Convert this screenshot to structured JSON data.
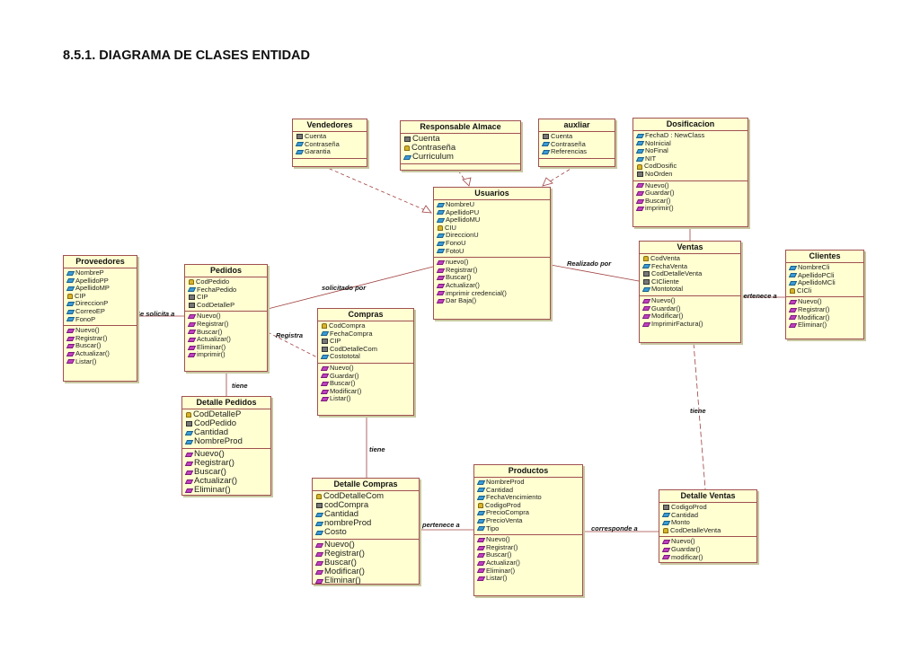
{
  "page_title": "8.5.1. DIAGRAMA DE CLASES ENTIDAD",
  "classes": [
    {
      "id": "vendedores",
      "name": "Vendedores",
      "attrs": [
        {
          "k": "lock",
          "t": "Cuenta"
        },
        {
          "k": "attr",
          "t": "Contraseña"
        },
        {
          "k": "attr",
          "t": "Garantia"
        }
      ],
      "ops": []
    },
    {
      "id": "responsable",
      "name": "Responsable Almace",
      "attrs": [
        {
          "k": "lock",
          "t": "Cuenta"
        },
        {
          "k": "key",
          "t": "Contraseña"
        },
        {
          "k": "attr",
          "t": "Curriculum"
        }
      ],
      "ops": []
    },
    {
      "id": "auxiliar",
      "name": "auxliar",
      "attrs": [
        {
          "k": "lock",
          "t": "Cuenta"
        },
        {
          "k": "attr",
          "t": "Contraseña"
        },
        {
          "k": "attr",
          "t": "Referencias"
        }
      ],
      "ops": []
    },
    {
      "id": "dosificacion",
      "name": "Dosificacion",
      "attrs": [
        {
          "k": "attr",
          "t": "FechaD : NewClass"
        },
        {
          "k": "attr",
          "t": "NoInicial"
        },
        {
          "k": "attr",
          "t": "NoFinal"
        },
        {
          "k": "attr",
          "t": "NIT"
        },
        {
          "k": "key",
          "t": "CodDosific"
        },
        {
          "k": "lock",
          "t": "NoOrden"
        }
      ],
      "ops": [
        {
          "k": "op",
          "t": "Nuevo()"
        },
        {
          "k": "op",
          "t": "Guardar()"
        },
        {
          "k": "op",
          "t": "Buscar()"
        },
        {
          "k": "op",
          "t": "imprimir()"
        }
      ]
    },
    {
      "id": "usuarios",
      "name": "Usuarios",
      "attrs": [
        {
          "k": "attr",
          "t": "NombreU"
        },
        {
          "k": "attr",
          "t": "ApellidoPU"
        },
        {
          "k": "attr",
          "t": "ApellidoMU"
        },
        {
          "k": "key",
          "t": "CIU"
        },
        {
          "k": "attr",
          "t": "DireccionU"
        },
        {
          "k": "attr",
          "t": "FonoU"
        },
        {
          "k": "attr",
          "t": "FotoU"
        }
      ],
      "ops": [
        {
          "k": "op",
          "t": "nuevo()"
        },
        {
          "k": "op",
          "t": "Registrar()"
        },
        {
          "k": "op",
          "t": "Buscar()"
        },
        {
          "k": "op",
          "t": "Actualizar()"
        },
        {
          "k": "op",
          "t": "imprimir credencial()"
        },
        {
          "k": "op",
          "t": "Dar Baja()"
        }
      ]
    },
    {
      "id": "proveedores",
      "name": "Proveedores",
      "attrs": [
        {
          "k": "attr",
          "t": "NombreP"
        },
        {
          "k": "attr",
          "t": "ApellidoPP"
        },
        {
          "k": "attr",
          "t": "ApellidoMP"
        },
        {
          "k": "key",
          "t": "CIP"
        },
        {
          "k": "attr",
          "t": "DireccionP"
        },
        {
          "k": "attr",
          "t": "CorreoEP"
        },
        {
          "k": "attr",
          "t": "FonoP"
        }
      ],
      "ops": [
        {
          "k": "op",
          "t": "Nuevo()"
        },
        {
          "k": "op",
          "t": "Registrar()"
        },
        {
          "k": "op",
          "t": "Buscar()"
        },
        {
          "k": "op",
          "t": "Actualizar()"
        },
        {
          "k": "op",
          "t": "Listar()"
        }
      ]
    },
    {
      "id": "pedidos",
      "name": "Pedidos",
      "attrs": [
        {
          "k": "key",
          "t": "CodPedido"
        },
        {
          "k": "attr",
          "t": "FechaPedido"
        },
        {
          "k": "lock",
          "t": "CIP"
        },
        {
          "k": "lock",
          "t": "CodDetalleP"
        }
      ],
      "ops": [
        {
          "k": "op",
          "t": "Nuevo()"
        },
        {
          "k": "op",
          "t": "Registrar()"
        },
        {
          "k": "op",
          "t": "Buscar()"
        },
        {
          "k": "op",
          "t": "Actualizar()"
        },
        {
          "k": "op",
          "t": "Eliminar()"
        },
        {
          "k": "op",
          "t": "imprimir()"
        }
      ]
    },
    {
      "id": "compras",
      "name": "Compras",
      "attrs": [
        {
          "k": "key",
          "t": "CodCompra"
        },
        {
          "k": "attr",
          "t": "FechaCompra"
        },
        {
          "k": "lock",
          "t": "CIP"
        },
        {
          "k": "lock",
          "t": "CodDetalleCom"
        },
        {
          "k": "attr",
          "t": "Costototal"
        }
      ],
      "ops": [
        {
          "k": "op",
          "t": "Nuevo()"
        },
        {
          "k": "op",
          "t": "Guardar()"
        },
        {
          "k": "op",
          "t": "Buscar()"
        },
        {
          "k": "op",
          "t": "Modificar()"
        },
        {
          "k": "op",
          "t": "Listar()"
        }
      ]
    },
    {
      "id": "ventas",
      "name": "Ventas",
      "attrs": [
        {
          "k": "key",
          "t": "CodVenta"
        },
        {
          "k": "attr",
          "t": "FechaVenta"
        },
        {
          "k": "lock",
          "t": "CodDetalleVenta"
        },
        {
          "k": "lock",
          "t": "CICliente"
        },
        {
          "k": "attr",
          "t": "Montototal"
        }
      ],
      "ops": [
        {
          "k": "op",
          "t": "Nuevo()"
        },
        {
          "k": "op",
          "t": "Guardar()"
        },
        {
          "k": "op",
          "t": "Modificar()"
        },
        {
          "k": "op",
          "t": "ImprimirFactura()"
        }
      ]
    },
    {
      "id": "clientes",
      "name": "Clientes",
      "attrs": [
        {
          "k": "attr",
          "t": "NombreCli"
        },
        {
          "k": "attr",
          "t": "ApellidoPCli"
        },
        {
          "k": "attr",
          "t": "ApellidoMCli"
        },
        {
          "k": "key",
          "t": "CICli"
        }
      ],
      "ops": [
        {
          "k": "op",
          "t": "Nuevo()"
        },
        {
          "k": "op",
          "t": "Registrar()"
        },
        {
          "k": "op",
          "t": "Modificar()"
        },
        {
          "k": "op",
          "t": "Eliminar()"
        }
      ]
    },
    {
      "id": "detalle_pedidos",
      "name": "Detalle Pedidos",
      "attrs": [
        {
          "k": "key",
          "t": "CodDetalleP"
        },
        {
          "k": "lock",
          "t": "CodPedido"
        },
        {
          "k": "attr",
          "t": "Cantidad"
        },
        {
          "k": "attr",
          "t": "NombreProd"
        }
      ],
      "ops": [
        {
          "k": "op",
          "t": "Nuevo()"
        },
        {
          "k": "op",
          "t": "Registrar()"
        },
        {
          "k": "op",
          "t": "Buscar()"
        },
        {
          "k": "op",
          "t": "Actualizar()"
        },
        {
          "k": "op",
          "t": "Eliminar()"
        }
      ]
    },
    {
      "id": "detalle_compras",
      "name": "Detalle Compras",
      "attrs": [
        {
          "k": "key",
          "t": "CodDetalleCom"
        },
        {
          "k": "lock",
          "t": "codCompra"
        },
        {
          "k": "attr",
          "t": "Cantidad"
        },
        {
          "k": "attr",
          "t": "nombreProd"
        },
        {
          "k": "attr",
          "t": "Costo"
        }
      ],
      "ops": [
        {
          "k": "op",
          "t": "Nuevo()"
        },
        {
          "k": "op",
          "t": "Registrar()"
        },
        {
          "k": "op",
          "t": "Buscar()"
        },
        {
          "k": "op",
          "t": "Modificar()"
        },
        {
          "k": "op",
          "t": "Eliminar()"
        }
      ]
    },
    {
      "id": "productos",
      "name": "Productos",
      "attrs": [
        {
          "k": "attr",
          "t": "NombreProd"
        },
        {
          "k": "attr",
          "t": "Cantidad"
        },
        {
          "k": "attr",
          "t": "FechaVencimiento"
        },
        {
          "k": "key",
          "t": "CodigoProd"
        },
        {
          "k": "attr",
          "t": "PrecioCompra"
        },
        {
          "k": "attr",
          "t": "PrecioVenta"
        },
        {
          "k": "attr",
          "t": "Tipo"
        }
      ],
      "ops": [
        {
          "k": "op",
          "t": "Nuevo()"
        },
        {
          "k": "op",
          "t": "Registrar()"
        },
        {
          "k": "op",
          "t": "Buscar()"
        },
        {
          "k": "op",
          "t": "Actualizar()"
        },
        {
          "k": "op",
          "t": "Eliminar()"
        },
        {
          "k": "op",
          "t": "Listar()"
        }
      ]
    },
    {
      "id": "detalle_ventas",
      "name": "Detalle Ventas",
      "attrs": [
        {
          "k": "lock",
          "t": "CodigoProd"
        },
        {
          "k": "attr",
          "t": "Cantidad"
        },
        {
          "k": "attr",
          "t": "Monto"
        },
        {
          "k": "key",
          "t": "CodDetalleVenta"
        }
      ],
      "ops": [
        {
          "k": "op",
          "t": "Nuevo()"
        },
        {
          "k": "op",
          "t": "Guardar()"
        },
        {
          "k": "op",
          "t": "modificar()"
        }
      ]
    }
  ],
  "association_labels": {
    "solicitado_por": "solicitado por",
    "realizado_por": "Realizado por",
    "se_solicita_a": "Se solicita a",
    "registra": "Registra",
    "pertenece_a_cli": "pertenece a",
    "tiene_ped": "tiene",
    "tiene_com": "tiene",
    "tiene_ven": "tiene",
    "pertenece_a_prod": "pertenece a",
    "corresponde_a": "corresponde a"
  }
}
